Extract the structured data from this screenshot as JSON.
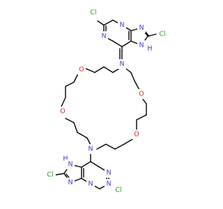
{
  "colors": {
    "bond": "#000000",
    "N": "#3b3bd6",
    "O": "#d62a2a",
    "Cl": "#2ea12e",
    "background": "#ffffff"
  },
  "atoms": {
    "cl_top_left": {
      "text": "Cl",
      "element": "Cl"
    },
    "n_top_1": {
      "text": "N",
      "element": "N"
    },
    "n_top_2": {
      "text": "N",
      "element": "N"
    },
    "n_top_3": {
      "text": "N",
      "element": "N"
    },
    "n_top_4": {
      "text": "N",
      "element": "N"
    },
    "nh_top": {
      "text": "NH",
      "element": "N"
    },
    "h_top": {
      "text": "H",
      "element": "N"
    },
    "cl_top_right": {
      "text": "Cl",
      "element": "Cl"
    },
    "n_macro_top": {
      "text": "N",
      "element": "N"
    },
    "o_left_upper": {
      "text": "O",
      "element": "O"
    },
    "o_left_lower": {
      "text": "O",
      "element": "O"
    },
    "o_right_upper": {
      "text": "O",
      "element": "O"
    },
    "o_right_lower": {
      "text": "O",
      "element": "O"
    },
    "n_macro_bottom": {
      "text": "N",
      "element": "N"
    },
    "h_bottom": {
      "text": "H",
      "element": "N"
    },
    "nh_bottom": {
      "text": "N",
      "element": "N"
    },
    "cl_bottom_left": {
      "text": "Cl",
      "element": "Cl"
    },
    "n_bottom_1": {
      "text": "N",
      "element": "N"
    },
    "n_bottom_2": {
      "text": "N",
      "element": "N"
    },
    "n_bottom_3": {
      "text": "N",
      "element": "N"
    },
    "n_bottom_4": {
      "text": "N",
      "element": "N"
    },
    "cl_bottom_right": {
      "text": "Cl",
      "element": "Cl"
    }
  }
}
